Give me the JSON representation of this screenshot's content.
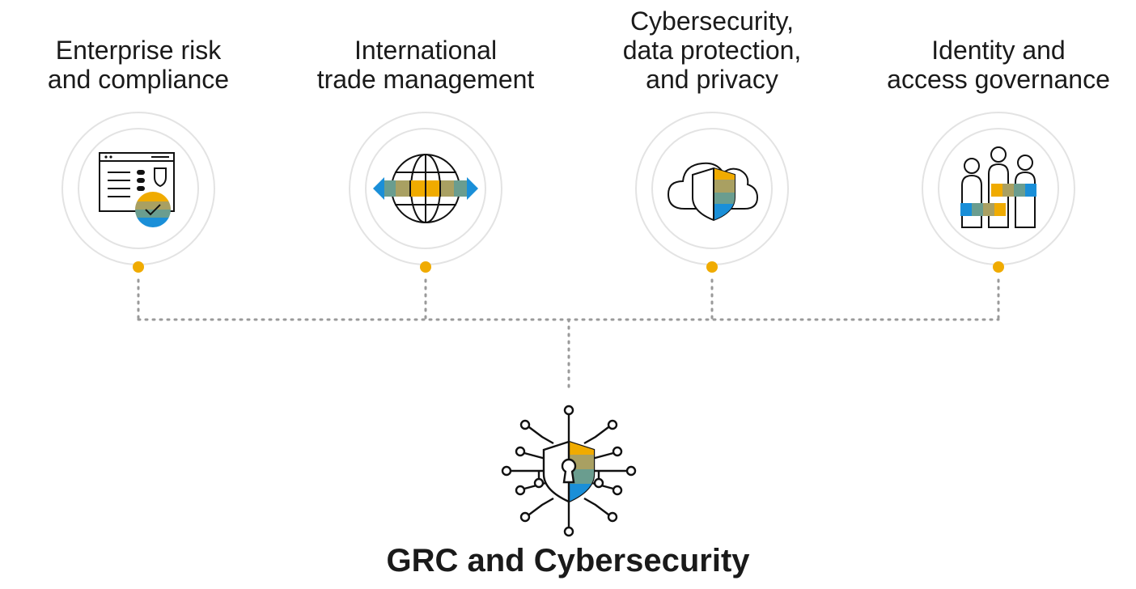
{
  "pillars": [
    {
      "label_lines": [
        "Enterprise risk",
        "and compliance"
      ],
      "icon": "checklist-shield-icon"
    },
    {
      "label_lines": [
        "International",
        "trade management"
      ],
      "icon": "globe-arrows-icon"
    },
    {
      "label_lines": [
        "Cybersecurity,",
        "data protection,",
        "and privacy"
      ],
      "icon": "cloud-shield-icon"
    },
    {
      "label_lines": [
        "Identity and",
        "access governance"
      ],
      "icon": "people-icon"
    }
  ],
  "hub": {
    "title": "GRC and Cybersecurity",
    "icon": "network-shield-lock-icon"
  },
  "colors": {
    "accent_gold": "#f0ab00",
    "accent_olive": "#a9a062",
    "accent_teal": "#6a9d8f",
    "accent_blue": "#1a8fd8",
    "ring": "#e3e3e3",
    "connector": "#9a9a9a"
  }
}
